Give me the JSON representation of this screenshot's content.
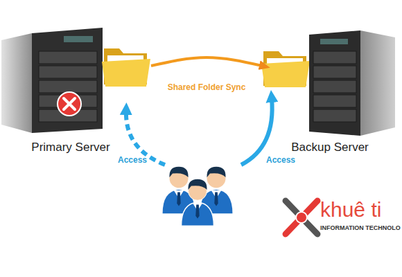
{
  "diagram": {
    "nodes": [
      {
        "text": [
          "Primary Server"
        ]
      },
      {
        "text": [
          "Backup Server"
        ]
      }
    ],
    "edges": [
      {
        "from": 0,
        "to": 1,
        "arrow": "to",
        "label": "Shared Folder Sync"
      }
    ],
    "labels": [
      "Access",
      "Access",
      "khuê ti",
      "INFORMATION TECHNOLO"
    ]
  }
}
